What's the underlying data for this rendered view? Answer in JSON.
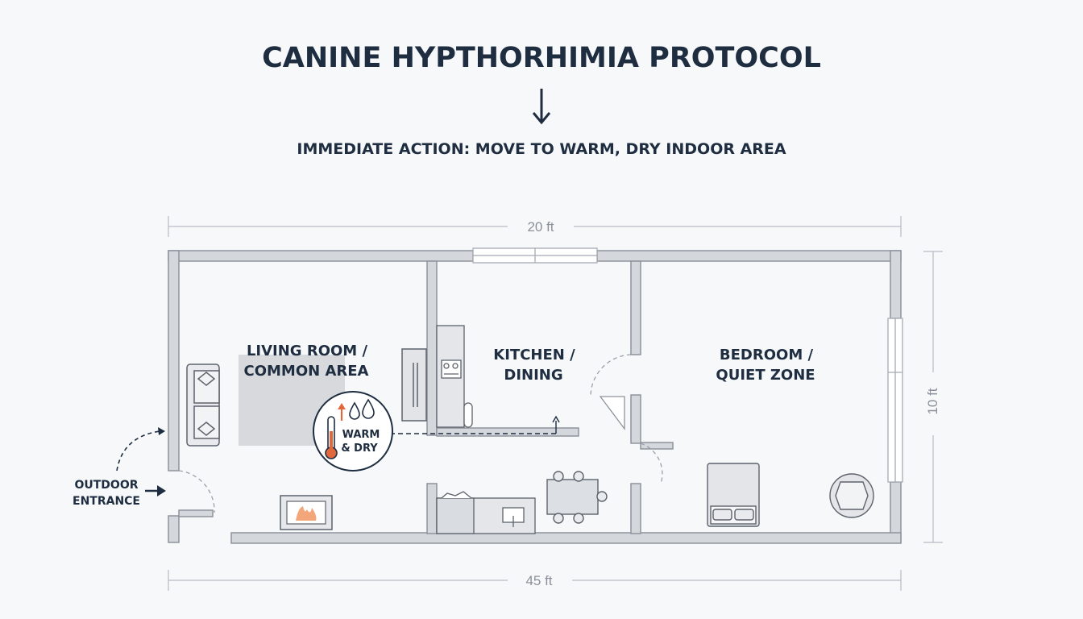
{
  "title": "CANINE HYPTHORHIMIA PROTOCOL",
  "subtitle": "IMMEDIATE ACTION: MOVE TO WARM, DRY INDOOR AREA",
  "dimensions": {
    "top": "20 ft",
    "right": "10 ft",
    "bottom": "45 ft"
  },
  "rooms": {
    "living": [
      "LIVING ROOM /",
      "COMMON AREA"
    ],
    "kitchen": [
      "KITCHEN /",
      "DINING"
    ],
    "bedroom": [
      "BEDROOM /",
      "QUIET ZONE"
    ]
  },
  "entrance": [
    "OUTDOOR",
    "ENTRANCE"
  ],
  "badge": [
    "WARM",
    "& DRY"
  ],
  "icons": [
    "thermometer-icon",
    "water-drops-icon",
    "fireplace-icon",
    "sofa-icon",
    "bed-icon",
    "armchair-icon",
    "stove-icon",
    "sink-icon",
    "dining-table-icon"
  ],
  "colors": {
    "text": "#1e2d40",
    "wall": "#d4d7dc",
    "wall_stroke": "#8e949c",
    "accent": "#e2683c"
  }
}
